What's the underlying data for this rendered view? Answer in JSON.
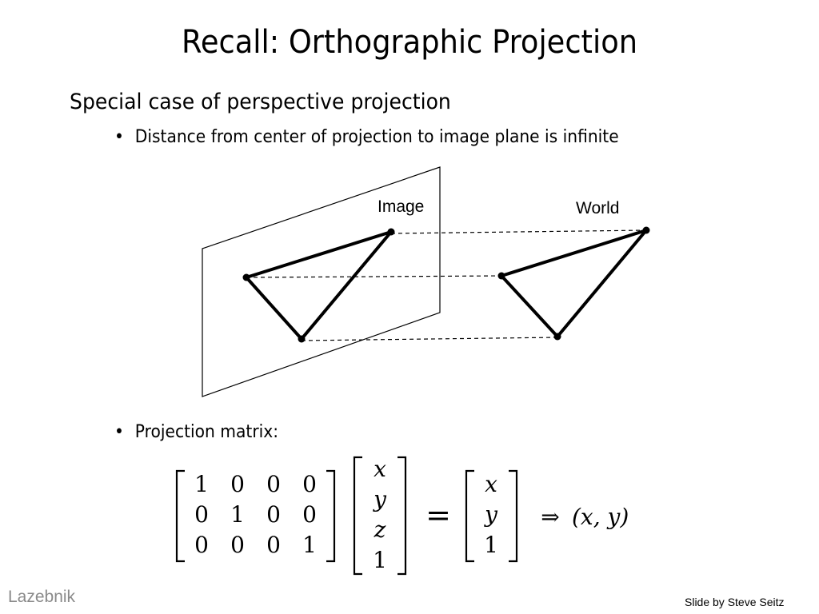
{
  "title": "Recall: Orthographic Projection",
  "subtitle": "Special case of perspective projection",
  "bullets": [
    {
      "marker": "•",
      "text": "Distance from center of projection to image plane is infinite"
    },
    {
      "marker": "•",
      "text": "Projection matrix:"
    }
  ],
  "figure": {
    "image_label": "Image",
    "world_label": "World"
  },
  "equation": {
    "matrix": [
      [
        "1",
        "0",
        "0",
        "0"
      ],
      [
        "0",
        "1",
        "0",
        "0"
      ],
      [
        "0",
        "0",
        "0",
        "1"
      ]
    ],
    "vector_in": [
      "x",
      "y",
      "z",
      "1"
    ],
    "equals": "=",
    "vector_out": [
      "x",
      "y",
      "1"
    ],
    "implies": "⇒",
    "result": "(x, y)"
  },
  "footer": {
    "left": "Lazebnik",
    "right": "Slide by Steve Seitz"
  }
}
